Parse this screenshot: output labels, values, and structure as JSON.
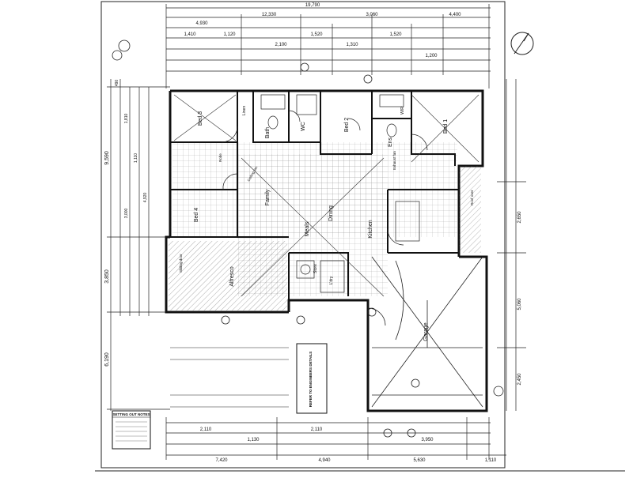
{
  "plan": {
    "overall_top": "19,790",
    "top_dims_a": [
      "4,930",
      "3,060",
      "4,400"
    ],
    "top_dims_b": [
      "12,330"
    ],
    "top_small": [
      "1,410",
      "1,120",
      "2,100",
      "1,520",
      "1,310",
      "1,520",
      "1,200"
    ],
    "left_dims": [
      "9,590",
      "3,850",
      "6,190"
    ],
    "left_small": [
      "490",
      "1,810",
      "1,110",
      "3,000",
      "4,920"
    ],
    "bottom_dims": [
      "7,420",
      "4,940",
      "5,630",
      "1,110"
    ],
    "bottom_small": [
      "2,110",
      "1,130",
      "2,110",
      "3,950"
    ],
    "right_dims": [
      "2,650",
      "5,060",
      "2,450"
    ],
    "rooms": [
      "Bed 3",
      "Bed 2",
      "Bed 1",
      "Bed 4",
      "Family",
      "Dining",
      "Alfresco",
      "Kitchen",
      "Meals",
      "Garage",
      "WC",
      "Bath",
      "Ens",
      "WIR",
      "L'dry",
      "Linen",
      "Store"
    ],
    "notes": [
      "Ceiling fan",
      "Exhaust fan",
      "Roof over",
      "Sliding door",
      "Robe"
    ],
    "note_box": "REFER TO ENGINEERS DETAILS",
    "legend_box": "SETTING OUT NOTES"
  }
}
